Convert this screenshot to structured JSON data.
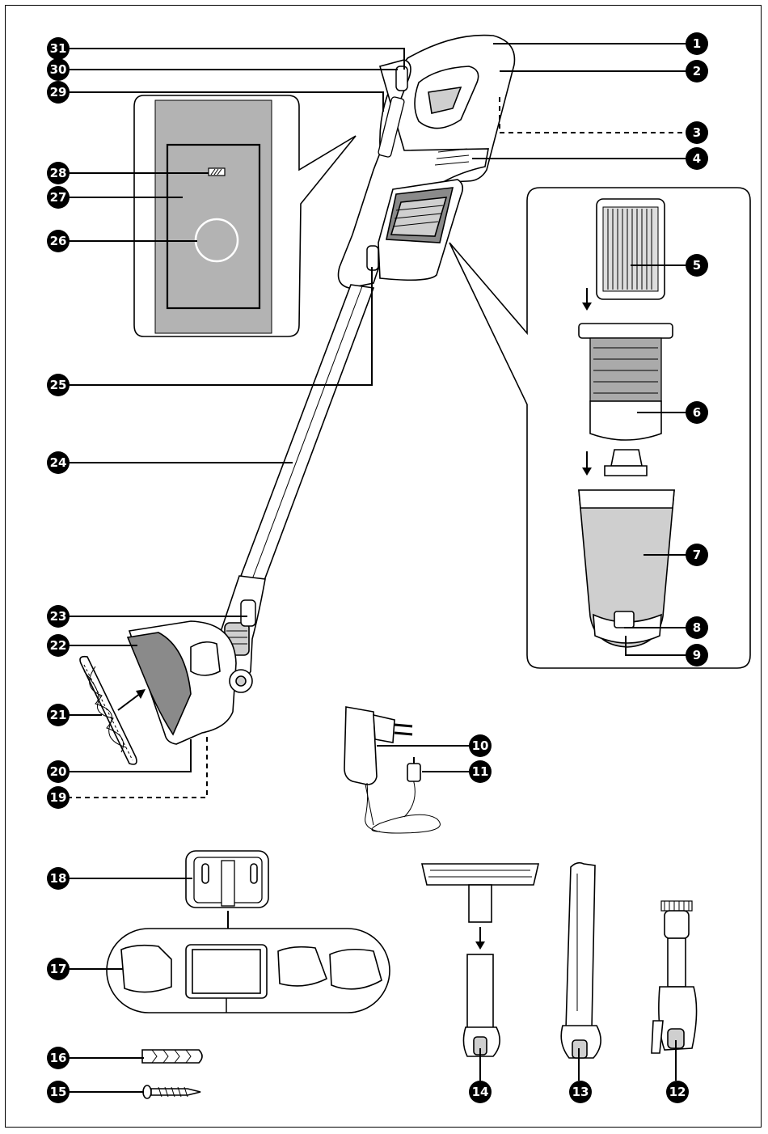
{
  "callouts": [
    {
      "num": "1"
    },
    {
      "num": "2"
    },
    {
      "num": "3"
    },
    {
      "num": "4"
    },
    {
      "num": "5"
    },
    {
      "num": "6"
    },
    {
      "num": "7"
    },
    {
      "num": "8"
    },
    {
      "num": "9"
    },
    {
      "num": "10"
    },
    {
      "num": "11"
    },
    {
      "num": "12"
    },
    {
      "num": "13"
    },
    {
      "num": "14"
    },
    {
      "num": "15"
    },
    {
      "num": "16"
    },
    {
      "num": "17"
    },
    {
      "num": "18"
    },
    {
      "num": "19"
    },
    {
      "num": "20"
    },
    {
      "num": "21"
    },
    {
      "num": "22"
    },
    {
      "num": "23"
    },
    {
      "num": "24"
    },
    {
      "num": "25"
    },
    {
      "num": "26"
    },
    {
      "num": "27"
    },
    {
      "num": "28"
    },
    {
      "num": "29"
    },
    {
      "num": "30"
    },
    {
      "num": "31"
    }
  ],
  "colors": {
    "outline": "#000000",
    "badge_fill": "#000000",
    "badge_text": "#ffffff",
    "display_panel": "#b3b3b3",
    "part_grey": "#cfcfcf",
    "part_dark": "#8a8a8a"
  }
}
